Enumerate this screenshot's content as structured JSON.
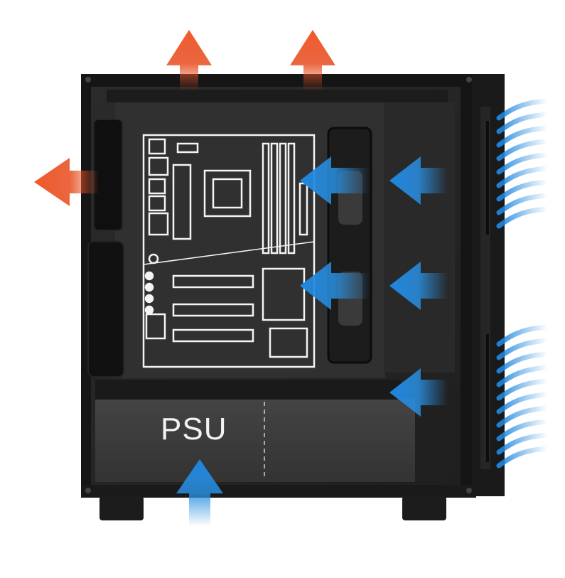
{
  "labels": {
    "psu": "PSU"
  },
  "colors": {
    "background": "#ffffff",
    "case_dark": "#1b1b1b",
    "panel": "#2a2a2a",
    "psu_shroud": "#3a3a3a",
    "board_outline": "#f4f4f4",
    "hot_air": "#e8552a",
    "cool_air": "#2a8fe0"
  },
  "airflow": {
    "exhaust": [
      "top-front-exhaust",
      "top-rear-exhaust",
      "rear-exhaust"
    ],
    "intake": [
      "front-intake-upper",
      "front-intake-middle",
      "front-intake-lower",
      "bottom-psu-intake"
    ]
  },
  "icons": [
    "hot-air-arrow-icon",
    "cool-air-arrow-icon",
    "front-intake-stream-icon"
  ]
}
